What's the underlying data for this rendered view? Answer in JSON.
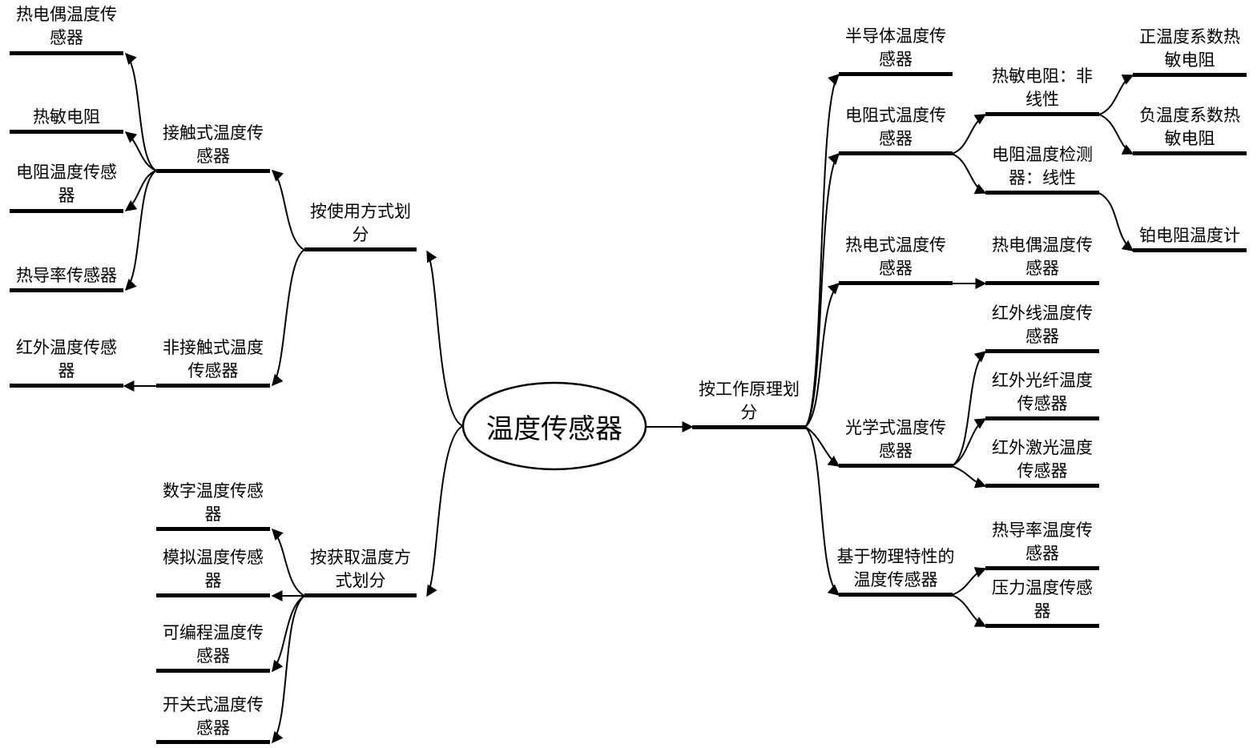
{
  "root": "温度传感器",
  "branches": {
    "usage": {
      "label": "按使用方式划分",
      "contact": {
        "label": "接触式温度传感器",
        "children": [
          "热电偶温度传感器",
          "热敏电阻",
          "电阻温度传感器",
          "热导率传感器"
        ]
      },
      "noncontact": {
        "label": "非接触式温度传感器",
        "children": [
          "红外温度传感器"
        ]
      }
    },
    "acquisition": {
      "label": "按获取温度方式划分",
      "children": [
        "数字温度传感器",
        "模拟温度传感器",
        "可编程温度传感器",
        "开关式温度传感器"
      ]
    },
    "principle": {
      "label": "按工作原理划分",
      "semiconductor": "半导体温度传感器",
      "resistive": {
        "label": "电阻式温度传感器",
        "thermistor": {
          "label": "热敏电阻：非线性",
          "children": [
            "正温度系数热敏电阻",
            "负温度系数热敏电阻"
          ]
        },
        "rtd": {
          "label": "电阻温度检测器：线性",
          "children": [
            "铂电阻温度计"
          ]
        }
      },
      "thermoelectric": {
        "label": "热电式温度传感器",
        "children": [
          "热电偶温度传感器"
        ]
      },
      "optical": {
        "label": "光学式温度传感器",
        "children": [
          "红外线温度传感器",
          "红外光纤温度传感器",
          "红外激光温度传感器"
        ]
      },
      "physical": {
        "label": "基于物理特性的温度传感器",
        "children": [
          "热导率温度传感器",
          "压力温度传感器"
        ]
      }
    }
  }
}
